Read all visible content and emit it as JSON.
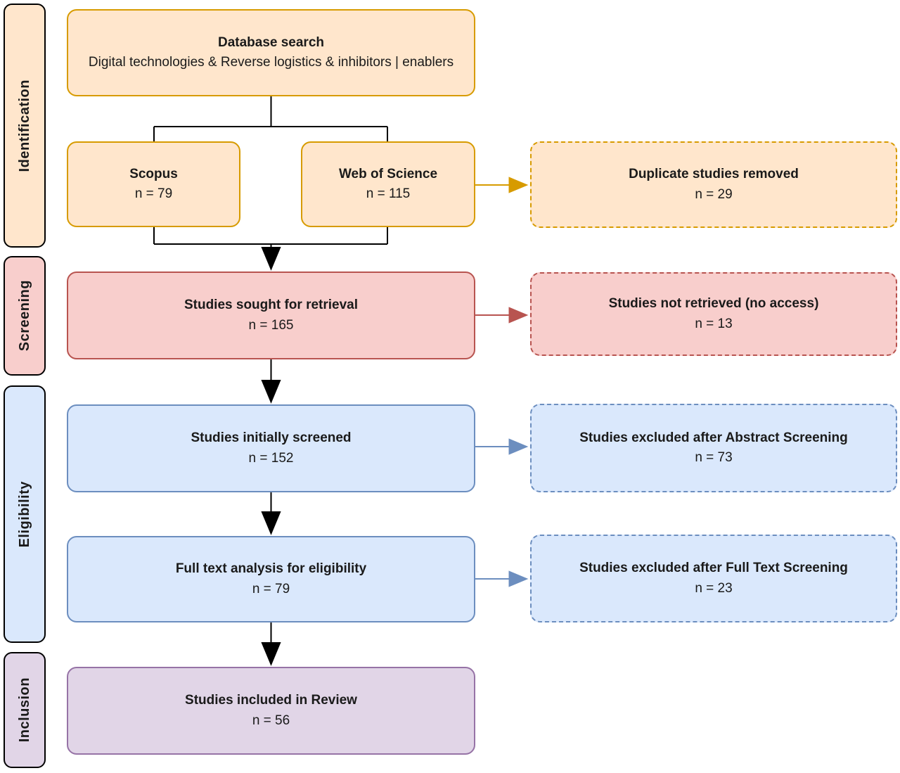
{
  "diagram": {
    "stages": [
      {
        "label": "Identification"
      },
      {
        "label": "Screening"
      },
      {
        "label": "Eligibility"
      },
      {
        "label": "Inclusion"
      }
    ],
    "nodes": {
      "database_search": {
        "title": "Database search",
        "subtitle": "Digital technologies & Reverse logistics & inhibitors | enablers"
      },
      "scopus": {
        "title": "Scopus",
        "count": "n = 79"
      },
      "web_of_science": {
        "title": "Web of Science",
        "count": "n = 115"
      },
      "duplicates_removed": {
        "title": "Duplicate studies removed",
        "count": "n = 29"
      },
      "sought_for_retrieval": {
        "title": "Studies sought for retrieval",
        "count": "n = 165"
      },
      "not_retrieved": {
        "title": "Studies not retrieved (no access)",
        "count": "n = 13"
      },
      "initially_screened": {
        "title": "Studies initially screened",
        "count": "n = 152"
      },
      "excluded_abstract": {
        "title": "Studies excluded after Abstract Screening",
        "count": "n = 73"
      },
      "full_text_analysis": {
        "title": "Full text analysis for eligibility",
        "count": "n = 79"
      },
      "excluded_full_text": {
        "title": "Studies excluded after Full Text Screening",
        "count": "n = 23"
      },
      "included_in_review": {
        "title": "Studies included in Review",
        "count": "n = 56"
      }
    },
    "edges": [
      {
        "from": "database_search",
        "to": "scopus"
      },
      {
        "from": "database_search",
        "to": "web_of_science"
      },
      {
        "from": "scopus",
        "to": "sought_for_retrieval"
      },
      {
        "from": "web_of_science",
        "to": "sought_for_retrieval"
      },
      {
        "from": "web_of_science",
        "to": "duplicates_removed"
      },
      {
        "from": "sought_for_retrieval",
        "to": "not_retrieved"
      },
      {
        "from": "sought_for_retrieval",
        "to": "initially_screened"
      },
      {
        "from": "initially_screened",
        "to": "excluded_abstract"
      },
      {
        "from": "initially_screened",
        "to": "full_text_analysis"
      },
      {
        "from": "full_text_analysis",
        "to": "excluded_full_text"
      },
      {
        "from": "full_text_analysis",
        "to": "included_in_review"
      }
    ],
    "colors": {
      "orange_fill": "#ffe6cc",
      "orange_stroke": "#d79b00",
      "red_fill": "#f8cecc",
      "red_stroke": "#b85450",
      "blue_fill": "#dae8fc",
      "blue_stroke": "#6c8ebf",
      "purple_fill": "#e1d5e7",
      "purple_stroke": "#9673a6",
      "connector_black": "#000000"
    }
  }
}
